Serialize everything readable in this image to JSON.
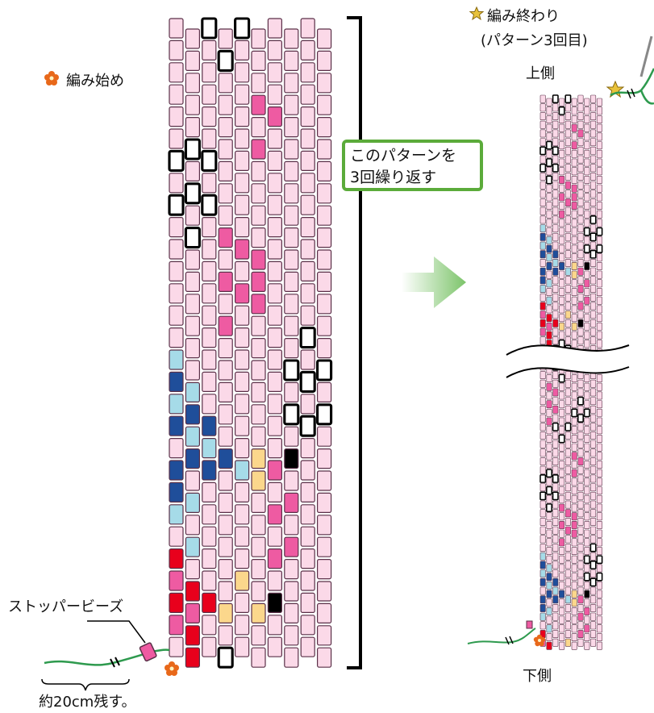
{
  "labels": {
    "start": "編み始め",
    "end_line1": "編み終わり",
    "end_line2": "(パターン3回目)",
    "top_side": "上側",
    "bottom_side": "下側",
    "stopper": "ストッパービーズ",
    "remain": "約20cm残す。",
    "repeat_line1": "このパターンを",
    "repeat_line2": "3回繰り返す"
  },
  "colors": {
    "light_pink": "#fbd9e8",
    "pink": "#ee5ba2",
    "light_blue": "#a6dbe8",
    "navy": "#1f4e9a",
    "red": "#e8001c",
    "yellow": "#fbd78c",
    "black": "#000000",
    "white": "#ffffff",
    "bead_outline": "#5a3048",
    "thread": "#2e9a4e",
    "arrow": "#7cc46a",
    "flower": "#e8681a",
    "star": "#c9a21c",
    "callout_border": "#5bab3a"
  },
  "icons": {
    "start_marker": "flower-icon",
    "end_marker": "star-icon",
    "direction": "arrow-right-icon",
    "bracket": "repeat-bracket",
    "needle": "needle-icon",
    "break": "break-lines"
  }
}
